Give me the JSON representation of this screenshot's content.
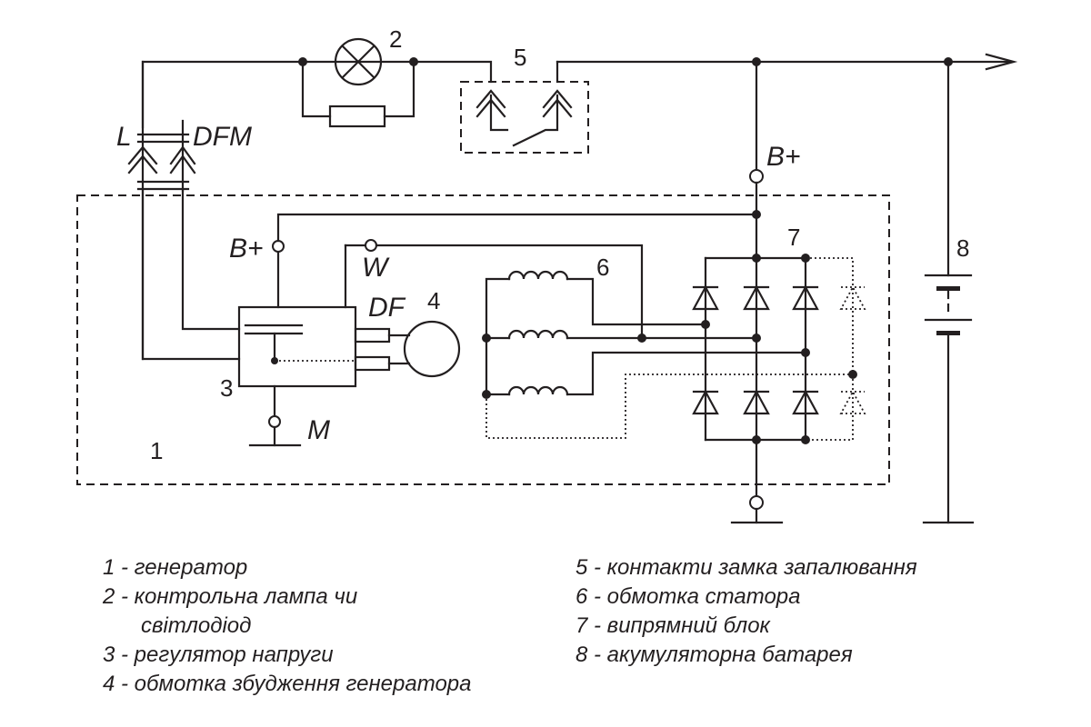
{
  "diagram": {
    "numbers": {
      "generator": "1",
      "lamp": "2",
      "regulator": "3",
      "excitation_winding": "4",
      "ignition_contacts": "5",
      "stator_winding": "6",
      "rectifier": "7",
      "battery": "8"
    },
    "terminals": {
      "L": "L",
      "DFM": "DFM",
      "B_plus_top": "B+",
      "B_plus_regulator": "B+",
      "W": "W",
      "DF": "DF",
      "M": "M"
    }
  },
  "legend": {
    "left": [
      "1 - генератор",
      "2 - контрольна лампа чи",
      "світлодіод",
      "3 - регулятор напруги",
      "4 - обмотка збудження генератора"
    ],
    "right": [
      "5 - контакти замка запалювання",
      "6 - обмотка статора",
      "7 - випрямний блок",
      "8 - акумуляторна батарея"
    ]
  }
}
